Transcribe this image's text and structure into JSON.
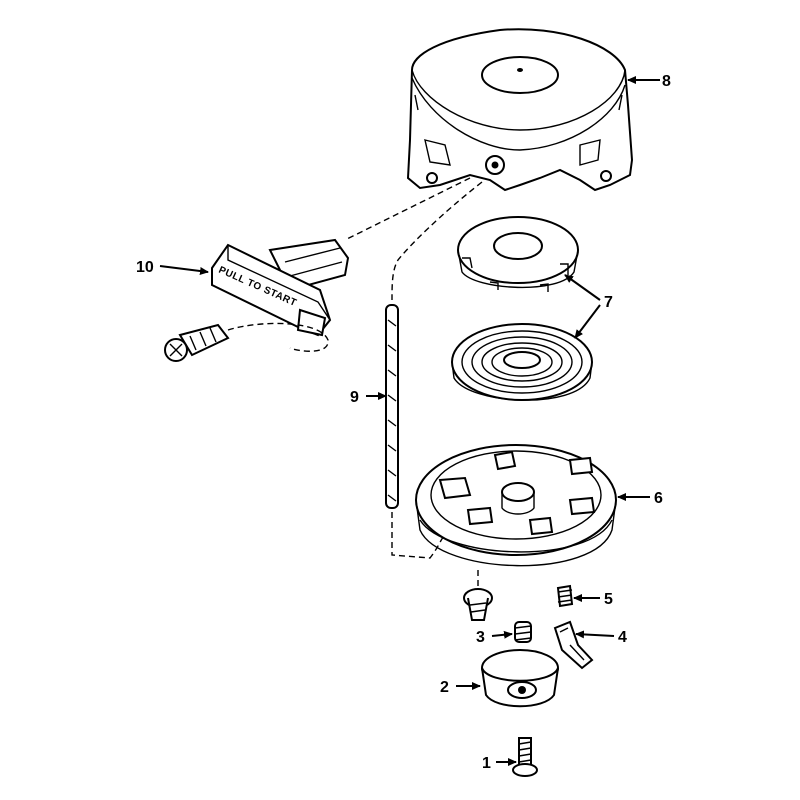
{
  "diagram": {
    "handle_text": "PULL TO START",
    "callouts": [
      {
        "id": "callout-1",
        "label": "1"
      },
      {
        "id": "callout-2",
        "label": "2"
      },
      {
        "id": "callout-3",
        "label": "3"
      },
      {
        "id": "callout-4",
        "label": "4"
      },
      {
        "id": "callout-5",
        "label": "5"
      },
      {
        "id": "callout-6",
        "label": "6"
      },
      {
        "id": "callout-7",
        "label": "7"
      },
      {
        "id": "callout-8",
        "label": "8"
      },
      {
        "id": "callout-9",
        "label": "9"
      },
      {
        "id": "callout-10",
        "label": "10"
      }
    ]
  }
}
